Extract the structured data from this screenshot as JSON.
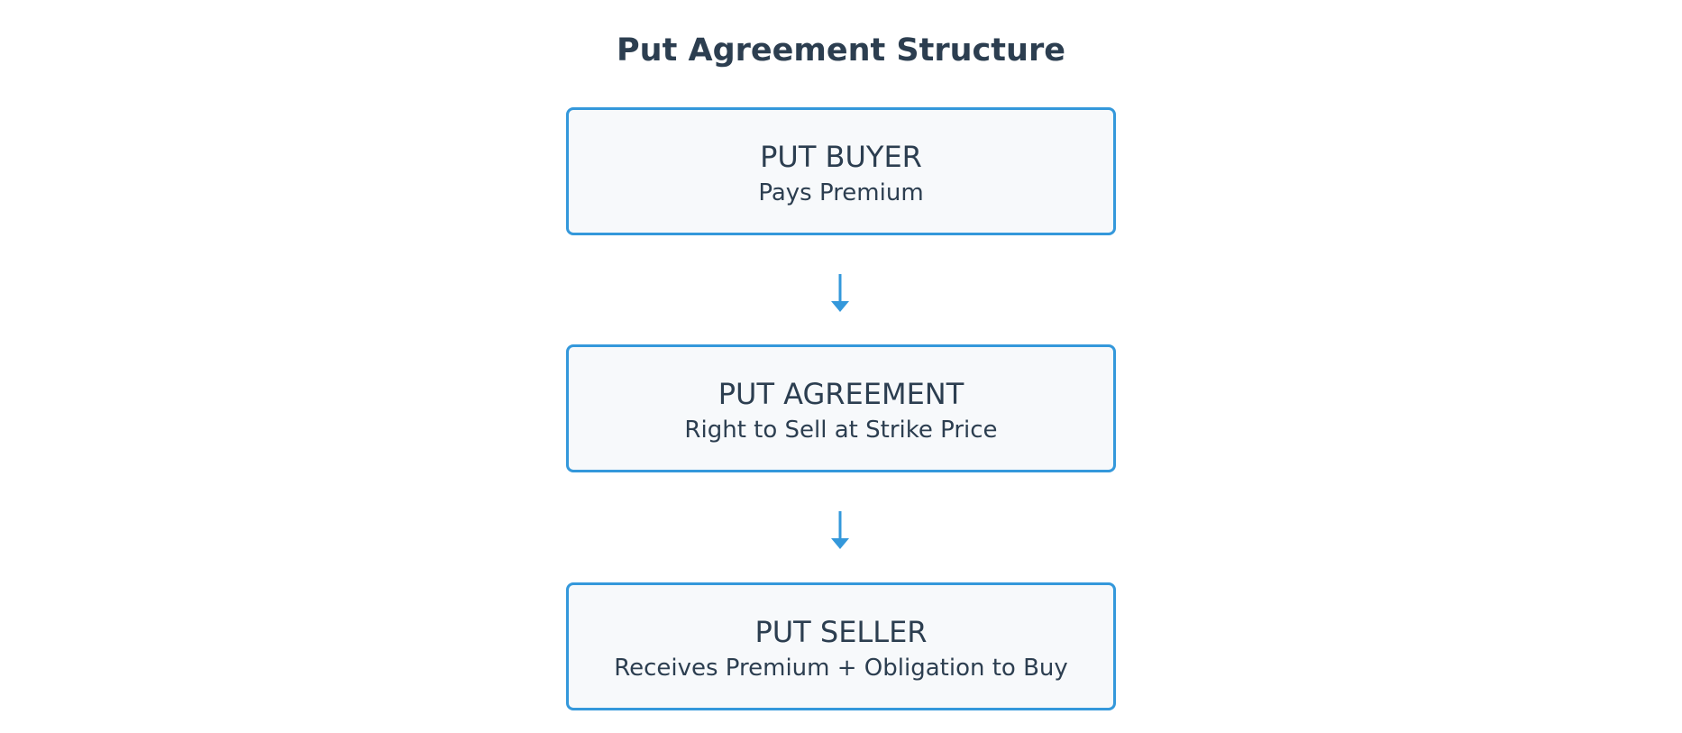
{
  "title": "Put Agreement Structure",
  "colors": {
    "accent": "#3498db",
    "text": "#2c3e50",
    "box_fill": "#f7f9fb"
  },
  "boxes": [
    {
      "title": "PUT BUYER",
      "subtitle": "Pays Premium"
    },
    {
      "title": "PUT AGREEMENT",
      "subtitle": "Right to Sell at Strike Price"
    },
    {
      "title": "PUT SELLER",
      "subtitle": "Receives Premium + Obligation to Buy"
    }
  ],
  "connectors": [
    "arrow-down-icon",
    "arrow-down-icon"
  ]
}
